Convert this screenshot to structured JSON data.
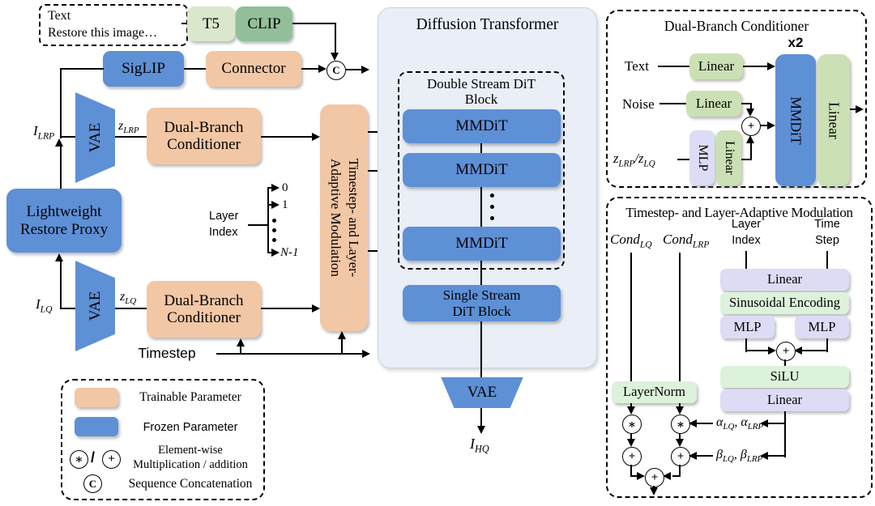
{
  "colors": {
    "trainable": "#f2c7a5",
    "frozen": "#5e90d6",
    "t5": "#d9e8cb",
    "clip": "#92bf9a",
    "linear_green": "#cbe0b4",
    "lavender": "#dcdcf6",
    "pale_green": "#ddf2da",
    "panel_bg": "#e9eef7"
  },
  "symbols": {
    "multiply": "∗",
    "add": "+",
    "concat": "C",
    "slash": "/"
  },
  "left": {
    "prompt_line1": "Text",
    "prompt_line2": "Restore this image…",
    "t5": "T5",
    "clip": "CLIP",
    "siglip": "SigLIP",
    "connector": "Connector",
    "vae": "VAE",
    "i_lrp": {
      "base": "I",
      "sub": "LRP"
    },
    "z_lrp": {
      "base": "z",
      "sub": "LRP"
    },
    "i_lq": {
      "base": "I",
      "sub": "LQ"
    },
    "z_lq": {
      "base": "z",
      "sub": "LQ"
    },
    "conditioner": "Dual-Branch Conditioner",
    "proxy": "Lightweight Restore Proxy",
    "modulation_line1": "Timestep- and Layer-",
    "modulation_line2": "Adaptive Modulation",
    "layer_index": "Layer Index",
    "idx0": "0",
    "idx1": "1",
    "idxN": "N-1",
    "timestep": "Timestep"
  },
  "legend": {
    "trainable": "Trainable Parameter",
    "frozen": "Frozen Parameter",
    "elementwise_line1": "Element-wise",
    "elementwise_line2": "Multiplication / addition",
    "concat": "Sequence Concatenation"
  },
  "dit": {
    "title": "Diffusion Transformer",
    "double_stream": "Double Stream DiT Block",
    "mmdit": "MMDiT",
    "single_stream": "Single Stream DiT Block",
    "vae": "VAE",
    "i_hq": {
      "base": "I",
      "sub": "HQ"
    }
  },
  "dbc": {
    "title": "Dual-Branch Conditioner",
    "x2": "x2",
    "text": "Text",
    "noise": "Noise",
    "linear": "Linear",
    "mlp": "MLP",
    "mmdit": "MMDiT",
    "z": {
      "b1": "z",
      "s1": "LRP",
      "b2": "/z",
      "s2": "LQ"
    }
  },
  "tlam": {
    "title": "Timestep- and Layer-Adaptive Modulation",
    "cond_lq": {
      "base": "Cond",
      "sub": "LQ"
    },
    "cond_lrp": {
      "base": "Cond",
      "sub": "LRP"
    },
    "layer_index": "Layer Index",
    "time_step": "Time Step",
    "linear": "Linear",
    "sinusoidal": "Sinusoidal Encoding",
    "mlp": "MLP",
    "silu": "SiLU",
    "layernorm": "LayerNorm",
    "alpha": {
      "b1": "α",
      "s1": "LQ",
      "b2": ", α",
      "s2": "LRP"
    },
    "beta": {
      "b1": "β",
      "s1": "LQ",
      "b2": ", β",
      "s2": "LRP"
    }
  }
}
